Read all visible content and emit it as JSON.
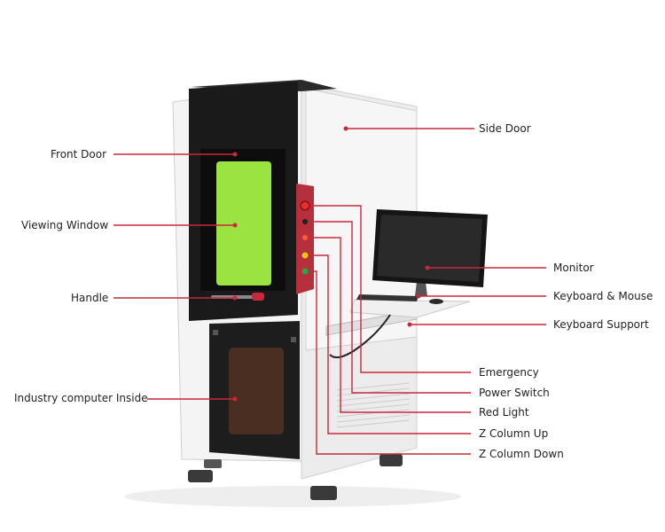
{
  "colors": {
    "leader": "#c8283c",
    "cabinet": "#f2f2f2",
    "cabinet_shade": "#d9d9d9",
    "door": "#1a1a1a",
    "window": "#9be340",
    "lower_window": "#4a2e22",
    "panel": "#b5303a",
    "monitor": "#151515"
  },
  "labels": {
    "side_door": "Side Door",
    "front_door": "Front Door",
    "viewing_window": "Viewing Window",
    "handle": "Handle",
    "industry_computer": "Industry computer Inside",
    "monitor": "Monitor",
    "keyboard_mouse": "Keyboard & Mouse",
    "keyboard_support": "Keyboard Support",
    "emergency": "Emergency",
    "power_switch": "Power Switch",
    "red_light": "Red Light",
    "z_column_up": "Z Column Up",
    "z_column_down": "Z Column Down"
  }
}
